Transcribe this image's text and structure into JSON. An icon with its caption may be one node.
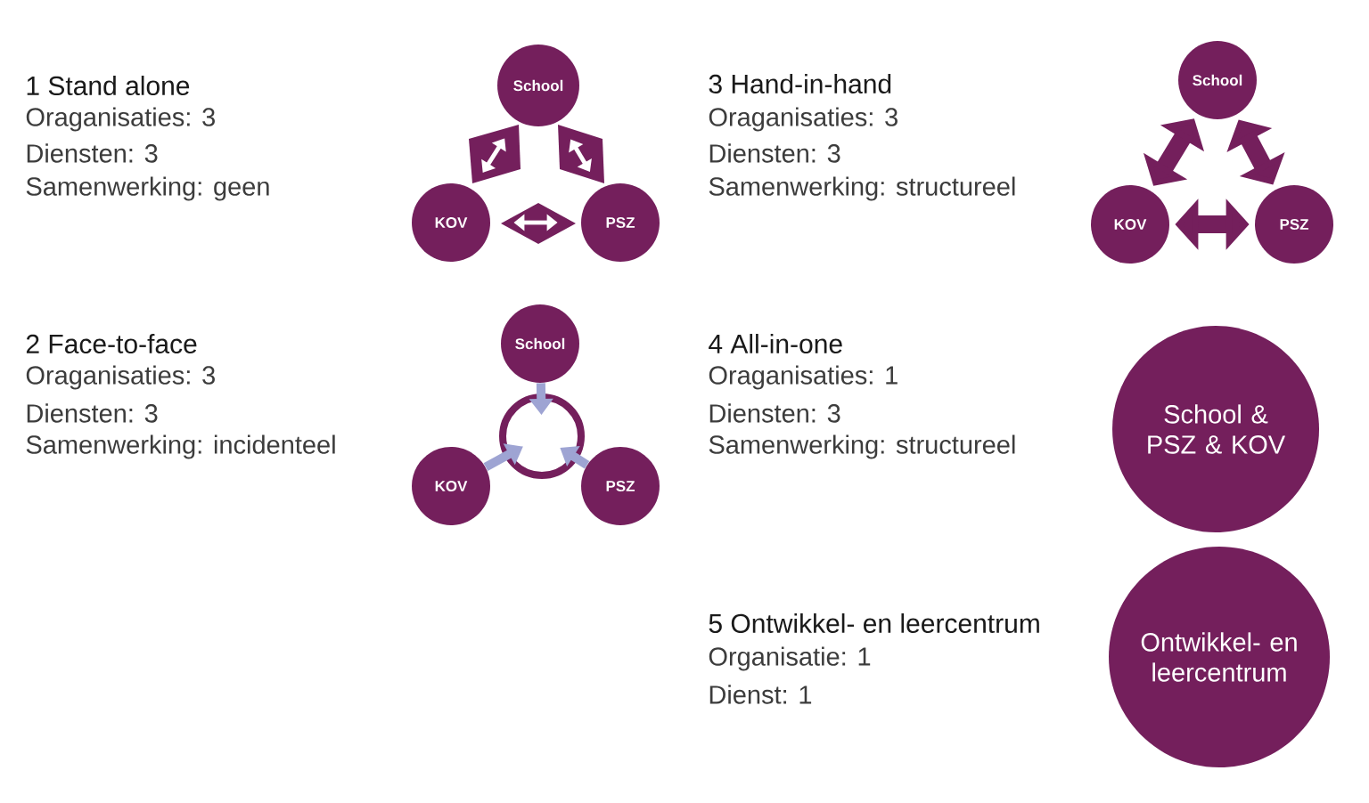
{
  "diagram": {
    "nodes": [
      {
        "text": [
          "School"
        ]
      },
      {
        "text": [
          "KOV"
        ]
      },
      {
        "text": [
          "PSZ"
        ]
      },
      {
        "text": [
          "School"
        ]
      },
      {
        "text": [
          "KOV"
        ]
      },
      {
        "text": [
          "PSZ"
        ]
      },
      {
        "text": [
          "School"
        ]
      },
      {
        "text": [],
        "shape": "circle"
      },
      {
        "text": [
          "KOV"
        ]
      },
      {
        "text": [
          "PSZ"
        ]
      },
      {
        "text": [
          "School & PSZ & KOV"
        ]
      },
      {
        "text": [
          "Ontwikkel- en leercentrum"
        ]
      }
    ],
    "edges": [
      {
        "from": 0,
        "to": 1,
        "arrow": "both",
        "color": "#ffffff"
      },
      {
        "from": 0,
        "to": 2,
        "arrow": "both",
        "color": "#ffffff"
      },
      {
        "from": 1,
        "to": 2,
        "arrow": "both",
        "color": "#ffffff"
      },
      {
        "from": 3,
        "to": 4,
        "arrow": "both",
        "style": "thick",
        "color": "#741f5c"
      },
      {
        "from": 3,
        "to": 5,
        "arrow": "both",
        "style": "thick",
        "color": "#741f5c"
      },
      {
        "from": 4,
        "to": 5,
        "arrow": "both",
        "style": "thick",
        "color": "#741f5c"
      },
      {
        "from": 6,
        "to": 7,
        "arrow": "to",
        "color": "#9ea4d3"
      },
      {
        "from": 8,
        "to": 7,
        "arrow": "to",
        "color": "#9ea4d3"
      },
      {
        "from": 9,
        "to": 7,
        "arrow": "to",
        "color": "#9ea4d3"
      }
    ],
    "labels": [
      "1 Stand alone",
      "Oraganisaties: 3",
      "Diensten: 3",
      "Samenwerking: geen",
      "3 Hand-in-hand",
      "Oraganisaties: 3",
      "Diensten: 3",
      "Samenwerking: structureel",
      "2 Face-to-face",
      "Oraganisaties: 3",
      "Diensten: 3",
      "Samenwerking: incidenteel",
      "4 All-in-one",
      "Oraganisaties: 1",
      "Diensten: 3",
      "Samenwerking: structureel",
      "5 Ontwikkel- en leercentrum",
      "Organisatie: 1",
      "Dienst: 1"
    ]
  }
}
